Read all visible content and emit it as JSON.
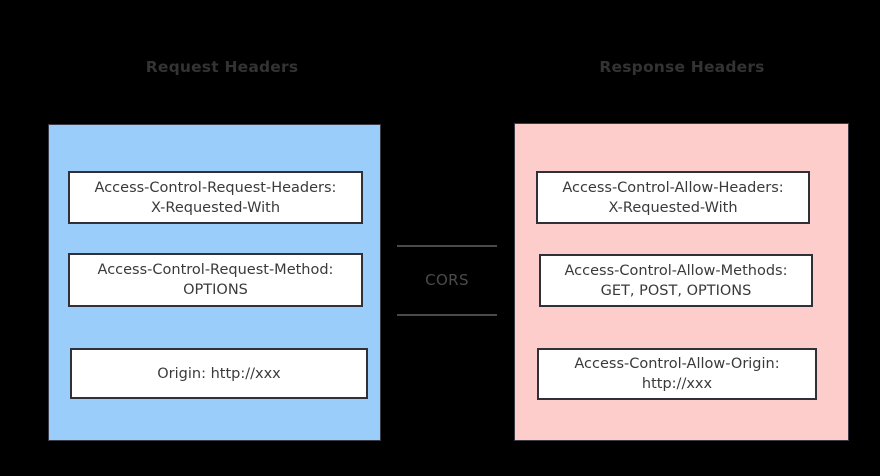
{
  "diagram": {
    "background_color": "#000000",
    "connector": {
      "label": "CORS",
      "line_color": "#4a4a4a"
    },
    "columns": [
      {
        "id": "request",
        "title": "Request Headers",
        "panel_color": "#9BCDFB",
        "boxes": [
          {
            "line1": "Access-Control-Request-Headers:",
            "line2": "X-Requested-With"
          },
          {
            "line1": "Access-Control-Request-Method:",
            "line2": "OPTIONS"
          },
          {
            "line1": "Origin: http://xxx",
            "line2": ""
          }
        ]
      },
      {
        "id": "response",
        "title": "Response Headers",
        "panel_color": "#FDCDCB",
        "boxes": [
          {
            "line1": "Access-Control-Allow-Headers:",
            "line2": "X-Requested-With"
          },
          {
            "line1": "Access-Control-Allow-Methods:",
            "line2": "GET, POST, OPTIONS"
          },
          {
            "line1": "Access-Control-Allow-Origin:",
            "line2": "http://xxx"
          }
        ]
      }
    ]
  }
}
